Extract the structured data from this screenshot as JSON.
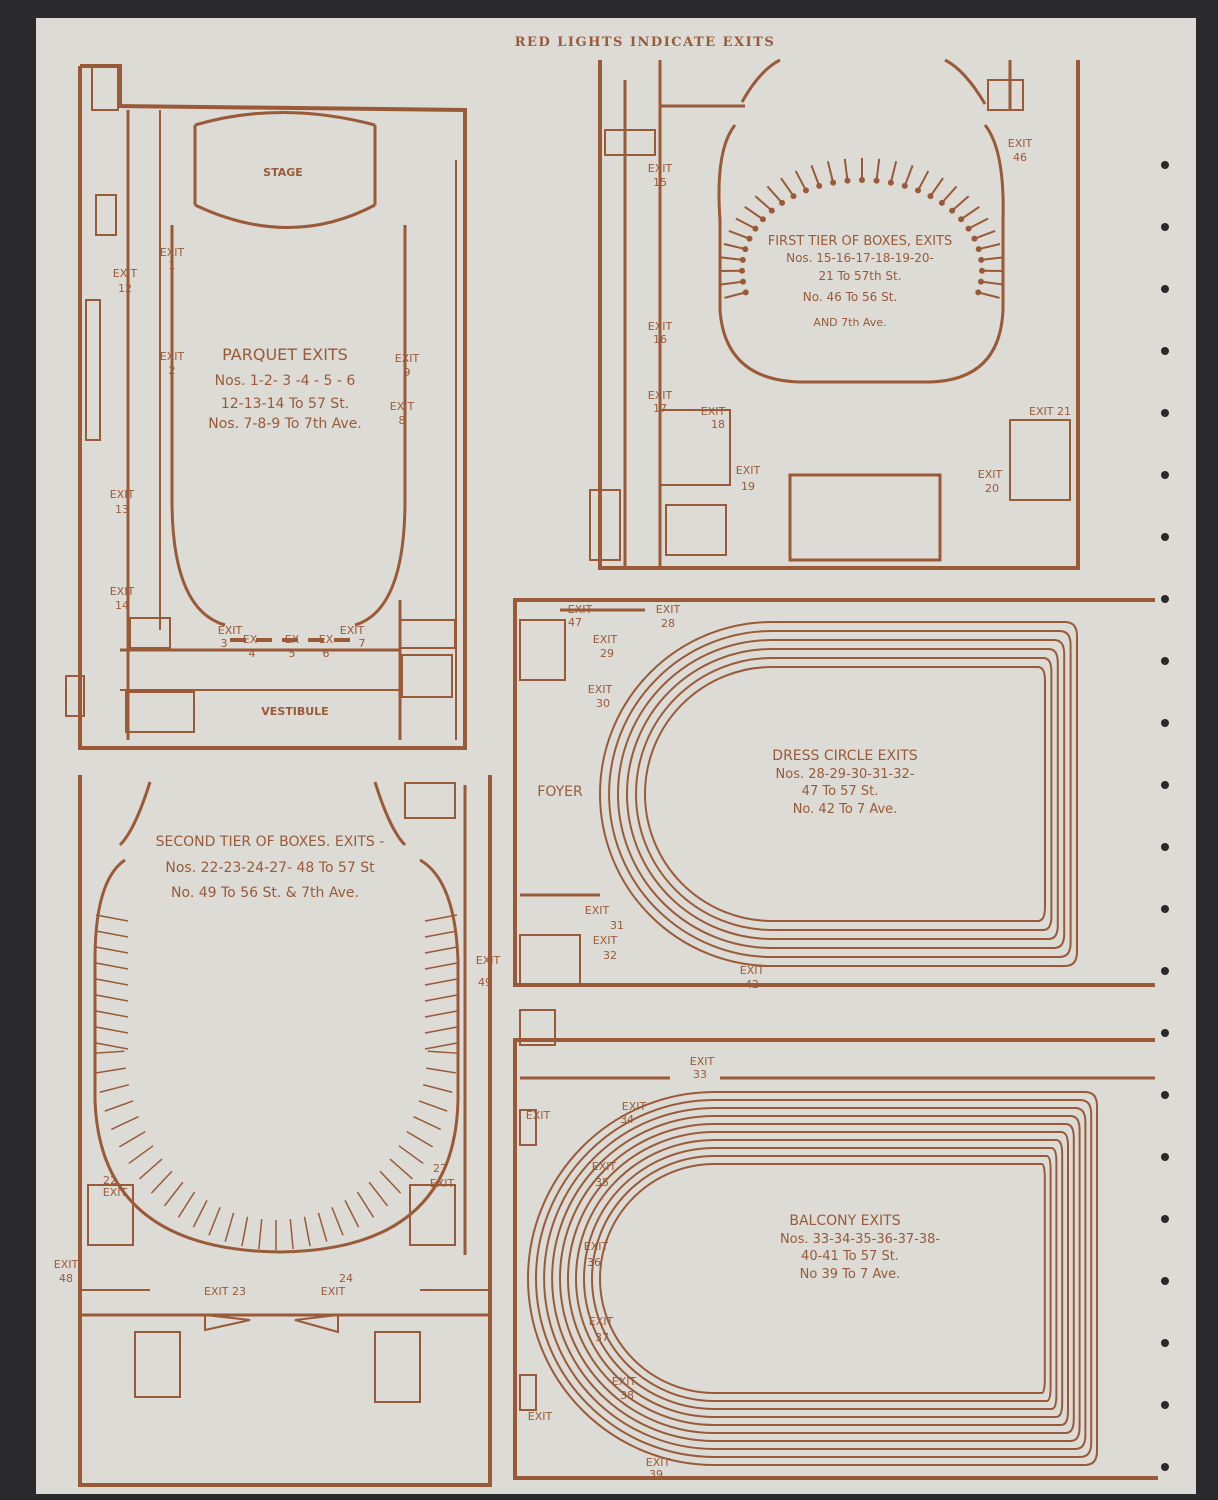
{
  "header": "RED LIGHTS INDICATE EXITS",
  "colors": {
    "ink": "#9a5a38",
    "paper": "#dcdbd5",
    "backing": "#2a2a2c"
  },
  "parquet": {
    "stage": "STAGE",
    "vestibule": "VESTIBULE",
    "caption": [
      "PARQUET EXITS",
      "Nos. 1-2- 3 -4 - 5 - 6",
      "12-13-14 To 57 St.",
      "Nos. 7-8-9 To 7th Ave."
    ],
    "exits": {
      "e1": [
        "EXIT",
        "1"
      ],
      "e2": [
        "EXIT",
        "2"
      ],
      "e12": [
        "EXIT",
        "12"
      ],
      "e13": [
        "EXIT",
        "13"
      ],
      "e14": [
        "EXIT",
        "14"
      ],
      "e9": [
        "EXIT",
        "9"
      ],
      "e8": [
        "EXIT",
        "8"
      ],
      "e3": [
        "EXIT",
        "3"
      ],
      "e4": [
        "EX",
        "4"
      ],
      "e5": [
        "EX",
        "5"
      ],
      "e6": [
        "EX",
        "6"
      ],
      "e7": [
        "EXIT",
        "7"
      ]
    }
  },
  "first_tier": {
    "caption": [
      "FIRST TIER OF BOXES, EXITS",
      "Nos. 15-16-17-18-19-20-",
      "21 To 57th St.",
      "No. 46 To 56 St.",
      "AND 7th Ave."
    ],
    "exits": {
      "e15": [
        "EXIT",
        "15"
      ],
      "e16": [
        "EXIT",
        "16"
      ],
      "e17": [
        "EXIT",
        "17"
      ],
      "e18": [
        "EXIT",
        "18"
      ],
      "e19": [
        "EXIT",
        "19"
      ],
      "e20": [
        "EXIT",
        "20"
      ],
      "e21": [
        "EXIT 21"
      ],
      "e46": [
        "EXIT",
        "46"
      ]
    }
  },
  "dress_circle": {
    "foyer": "FOYER",
    "caption": [
      "DRESS CIRCLE EXITS",
      "Nos. 28-29-30-31-32-",
      "47 To 57 St.",
      "No. 42 To 7 Ave."
    ],
    "exits": {
      "e47": [
        "EXIT",
        "47"
      ],
      "e28": [
        "EXIT",
        "28"
      ],
      "e29": [
        "EXIT",
        "29"
      ],
      "e30": [
        "EXIT",
        "30"
      ],
      "e31": [
        "EXIT",
        "31"
      ],
      "e32": [
        "EXIT",
        "32"
      ],
      "e42": [
        "EXIT",
        "42"
      ]
    }
  },
  "second_tier": {
    "caption": [
      "SECOND TIER OF BOXES. EXITS -",
      "Nos. 22-23-24-27- 48 To 57 St",
      "No. 49 To 56 St. & 7th Ave."
    ],
    "exits": {
      "e49": [
        "EXIT",
        "49"
      ],
      "e22": [
        "22",
        "EXIT"
      ],
      "e27": [
        "27",
        "EXIT"
      ],
      "e48": [
        "EXIT",
        "48"
      ],
      "e23": [
        "EXIT 23"
      ],
      "e24": [
        "24",
        "EXIT"
      ]
    }
  },
  "balcony": {
    "caption": [
      "BALCONY EXITS",
      "Nos. 33-34-35-36-37-38-",
      "40-41 To 57 St.",
      "No 39 To 7 Ave."
    ],
    "exits": {
      "e33": [
        "EXIT",
        "33"
      ],
      "e34": [
        "EXIT",
        "34"
      ],
      "e35": [
        "EXIT",
        "35"
      ],
      "e36": [
        "EXIT",
        "36"
      ],
      "e37": [
        "EXIT",
        "37"
      ],
      "e38": [
        "EXIT",
        "38"
      ],
      "e39": [
        "EXIT",
        "39"
      ],
      "eTop": [
        "EXIT"
      ],
      "eBottom": [
        "EXIT"
      ]
    }
  }
}
